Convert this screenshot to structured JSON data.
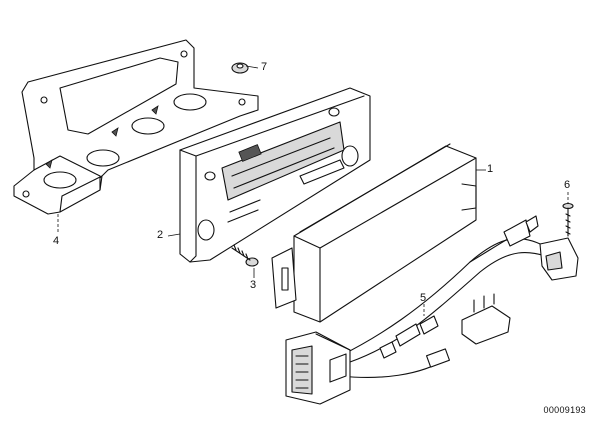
{
  "callouts": {
    "p1": "1",
    "p2": "2",
    "p3": "3",
    "p4": "4",
    "p5": "5",
    "p6": "6",
    "p7": "7"
  },
  "document_id": "00009193"
}
